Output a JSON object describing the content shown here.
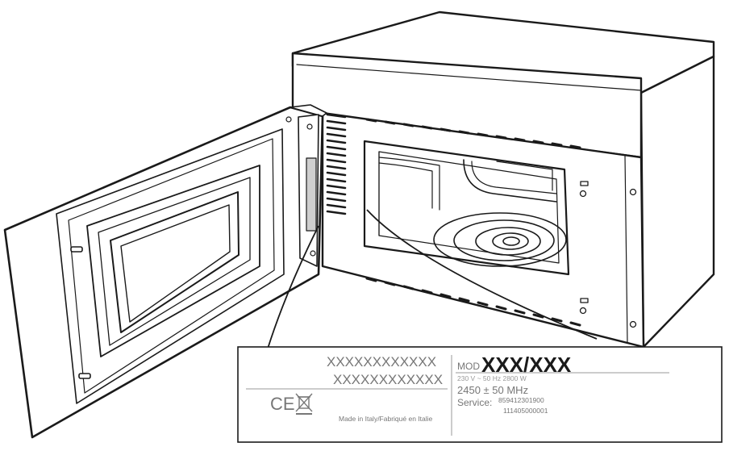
{
  "rating_plate": {
    "serial_line_1": "XXXXXXXXXXXX",
    "serial_line_2": "XXXXXXXXXXXX",
    "ce_mark": "CE",
    "weee_symbol_icon": "crossed-out-wheelie-bin-icon",
    "origin": "Made in Italy/Fabriqué en Italie",
    "model_prefix": "MOD",
    "model_value": "XXX/XXX",
    "power_line": "230 V ~ 50 Hz  2800 W",
    "frequency_line": "2450 ± 50 MHz",
    "service_label": "Service:",
    "service_number_1": "859412301900",
    "service_number_2": "111405000001"
  },
  "colors": {
    "line": "#1a1a1a",
    "panel_fill": "#ffffff",
    "plate_text": "#777777",
    "plate_sticker": "#cfcfcf"
  }
}
